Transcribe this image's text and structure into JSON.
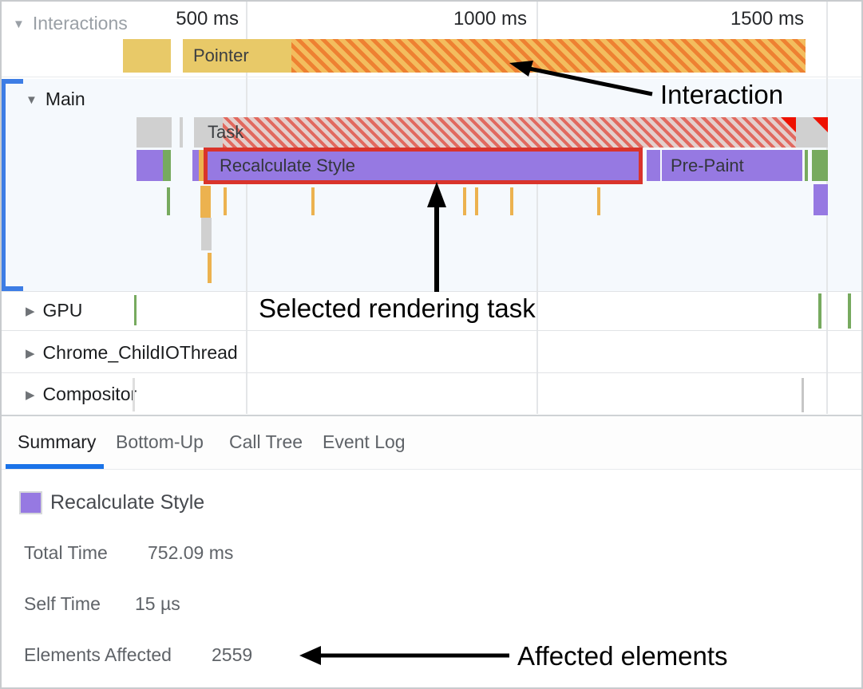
{
  "ruler": {
    "tick_500": "500 ms",
    "tick_1000": "1000 ms",
    "tick_1500": "1500 ms"
  },
  "tracks": {
    "interactions": {
      "label": "Interactions"
    },
    "main": {
      "label": "Main"
    },
    "gpu": {
      "label": "GPU"
    },
    "child_io": {
      "label": "Chrome_ChildIOThread"
    },
    "compositor": {
      "label": "Compositor"
    }
  },
  "flame": {
    "pointer_label": "Pointer",
    "task_label": "Task",
    "selected_task_label": "Recalculate Style",
    "prepaint_label": "Pre-Paint"
  },
  "tabs": {
    "summary": "Summary",
    "bottom_up": "Bottom-Up",
    "call_tree": "Call Tree",
    "event_log": "Event Log"
  },
  "summary": {
    "title": "Recalculate Style",
    "rows": [
      {
        "label": "Total Time",
        "value": "752.09 ms"
      },
      {
        "label": "Self Time",
        "value": "15 µs"
      },
      {
        "label": "Elements Affected",
        "value": "2559"
      }
    ]
  },
  "annotations": {
    "interaction": "Interaction",
    "selected_task": "Selected rendering task",
    "affected_elements": "Affected elements"
  },
  "glyphs": {
    "expanded": "▼",
    "collapsed": "▶"
  },
  "colors": {
    "interaction_yellow": "#e8c968",
    "interaction_hatch_orange": "#ee8132",
    "task_gray": "#d0d0d0",
    "task_hatch_red": "#e1695f",
    "rendering_purple": "#9679e2",
    "painting_green": "#77aa5f",
    "script_orange": "#ecb24f",
    "selection_red": "#d9342b",
    "warning_red": "#ee1100",
    "track_select_blue": "#3d7de5",
    "tab_accent_blue": "#1a73e8"
  }
}
